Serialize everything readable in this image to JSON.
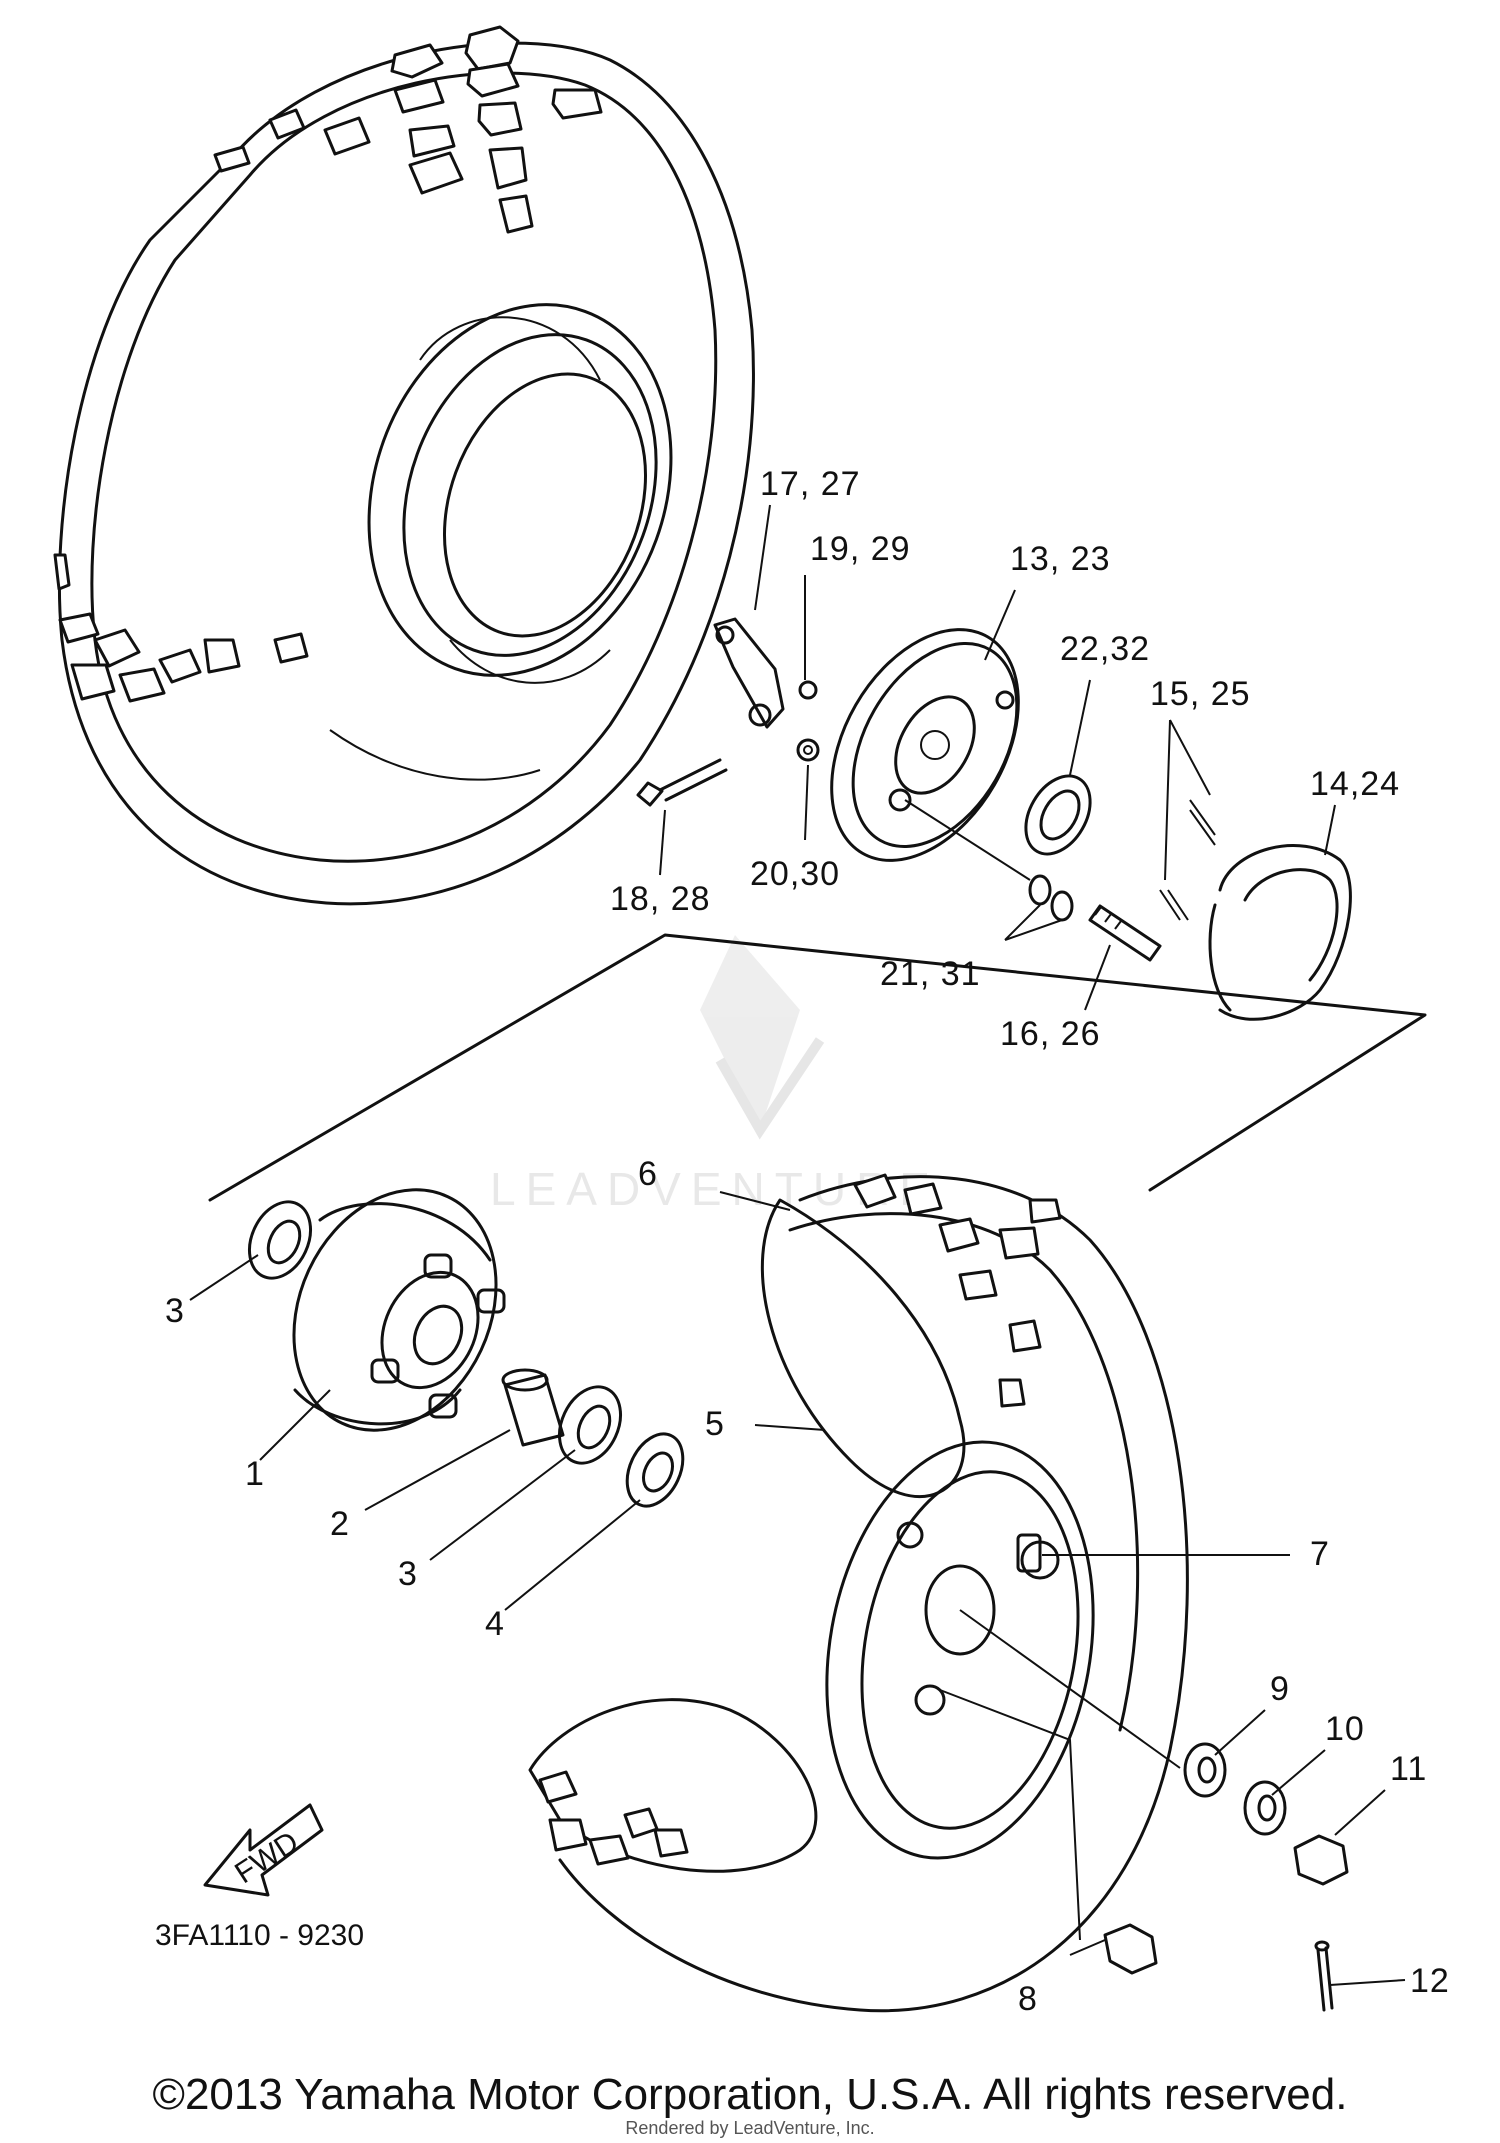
{
  "diagram": {
    "callouts": {
      "c1": "1",
      "c2": "2",
      "c3a": "3",
      "c3b": "3",
      "c4": "4",
      "c5": "5",
      "c6": "6",
      "c7": "7",
      "c8": "8",
      "c9": "9",
      "c10": "10",
      "c11": "11",
      "c12": "12",
      "c13": "13, 23",
      "c1424": "14,24",
      "c1525": "15, 25",
      "c1626": "16, 26",
      "c1727": "17, 27",
      "c1828": "18, 28",
      "c1929": "19, 29",
      "c2030": "20,30",
      "c2131": "21, 31",
      "c2232": "22,32"
    },
    "fwd_label": "FWD",
    "part_code": "3FA1110 - 9230",
    "watermark_text": "LEADVENTURE"
  },
  "footer": {
    "copyright": "©2013 Yamaha Motor Corporation, U.S.A. All rights reserved.",
    "rendered_by": "Rendered by LeadVenture, Inc."
  },
  "colors": {
    "line": "#111111",
    "background": "#ffffff",
    "watermark": "#e6e6e6"
  }
}
